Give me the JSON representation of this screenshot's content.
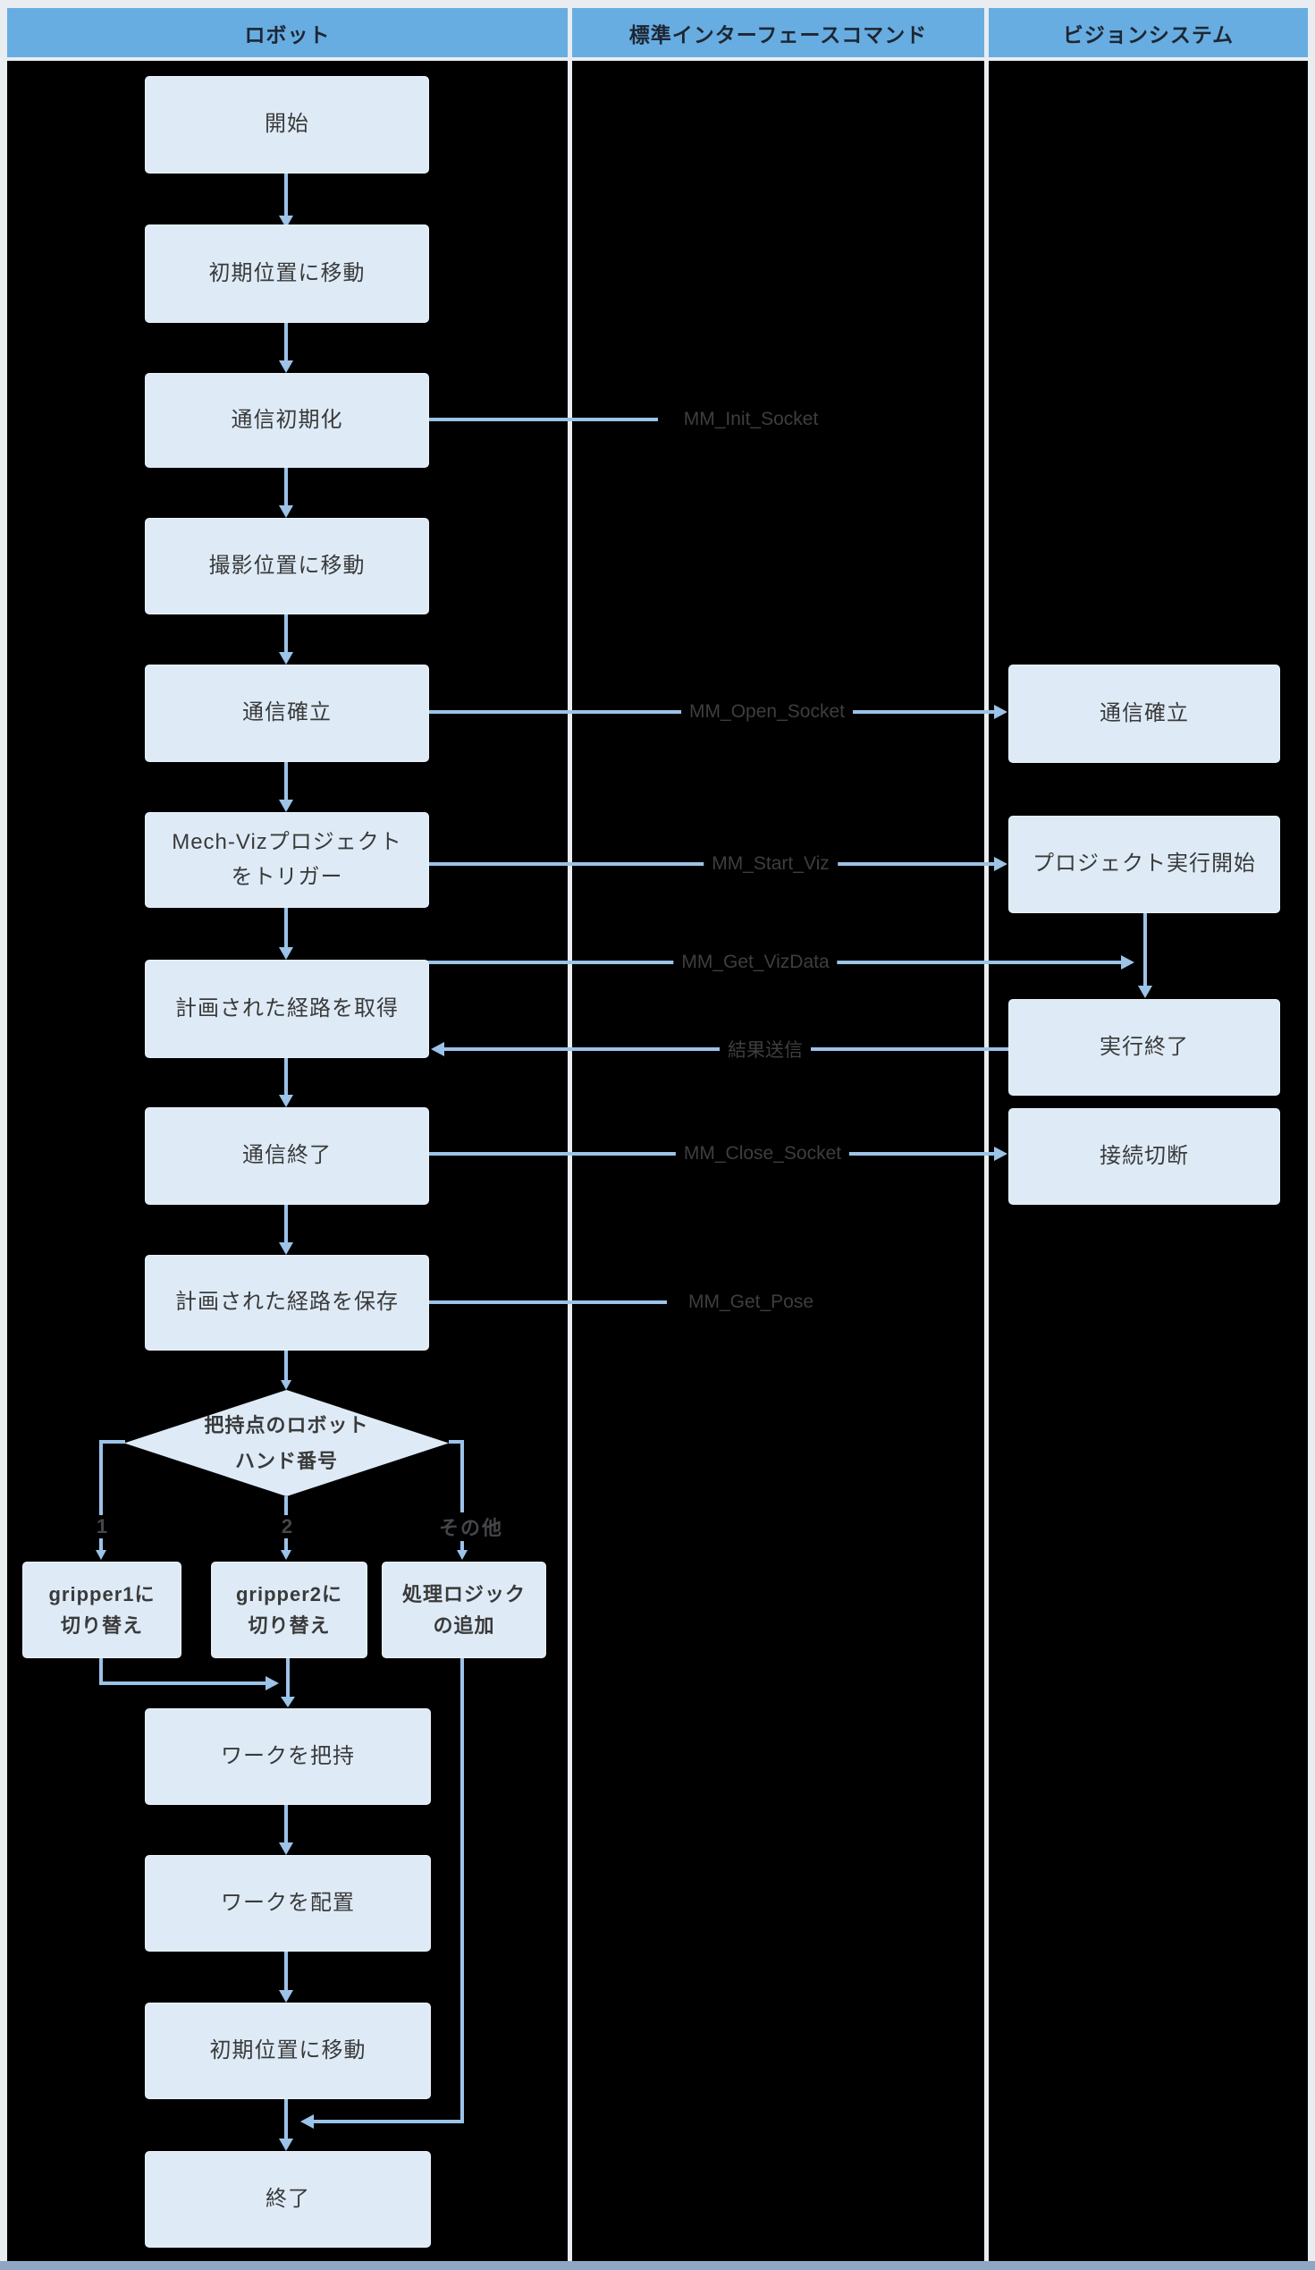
{
  "diagram_title": "Mech-Viz robot interface flowchart",
  "lanes": {
    "robot": "ロボット",
    "commands": "標準インターフェースコマンド",
    "vision": "ビジョンシステム"
  },
  "robot_flow": {
    "start": "開始",
    "move_to_initial": "初期位置に移動",
    "init_communication": "通信初期化",
    "move_to_capture": "撮影位置に移動",
    "establish_communication": "通信確立",
    "trigger_mechviz": "Mech-Vizプロジェクト\nをトリガー",
    "get_planned_path": "計画された経路を取得",
    "close_communication": "通信終了",
    "save_planned_path": "計画された経路を保存",
    "decision_gripper": "把持点のロボット\nハンド番号",
    "branch_1": "1",
    "branch_2": "2",
    "branch_other": "その他",
    "switch_gripper1": "gripper1に\n切り替え",
    "switch_gripper2": "gripper2に\n切り替え",
    "add_logic": "処理ロジック\nの追加",
    "grasp_workpiece": "ワークを把持",
    "place_workpiece": "ワークを配置",
    "move_to_initial_2": "初期位置に移動",
    "end": "終了"
  },
  "commands": {
    "init_socket": "MM_Init_Socket",
    "open_socket": "MM_Open_Socket",
    "start_viz": "MM_Start_Viz",
    "get_vizdata": "MM_Get_VizData",
    "send_result": "結果送信",
    "close_socket": "MM_Close_Socket",
    "get_pose": "MM_Get_Pose"
  },
  "vision_flow": {
    "establish_communication": "通信確立",
    "project_start": "プロジェクト実行開始",
    "execution_end": "実行終了",
    "disconnect": "接続切断"
  },
  "colors": {
    "background": "#000000",
    "header_fill": "#67ADE1",
    "box_fill": "#DEEBF7",
    "arrow": "#9CC3E8",
    "frame": "#E9ECF0",
    "frame_bottom": "#8EA6C4",
    "box_text": "#3A3A3A",
    "command_text": "#3E3E41"
  }
}
